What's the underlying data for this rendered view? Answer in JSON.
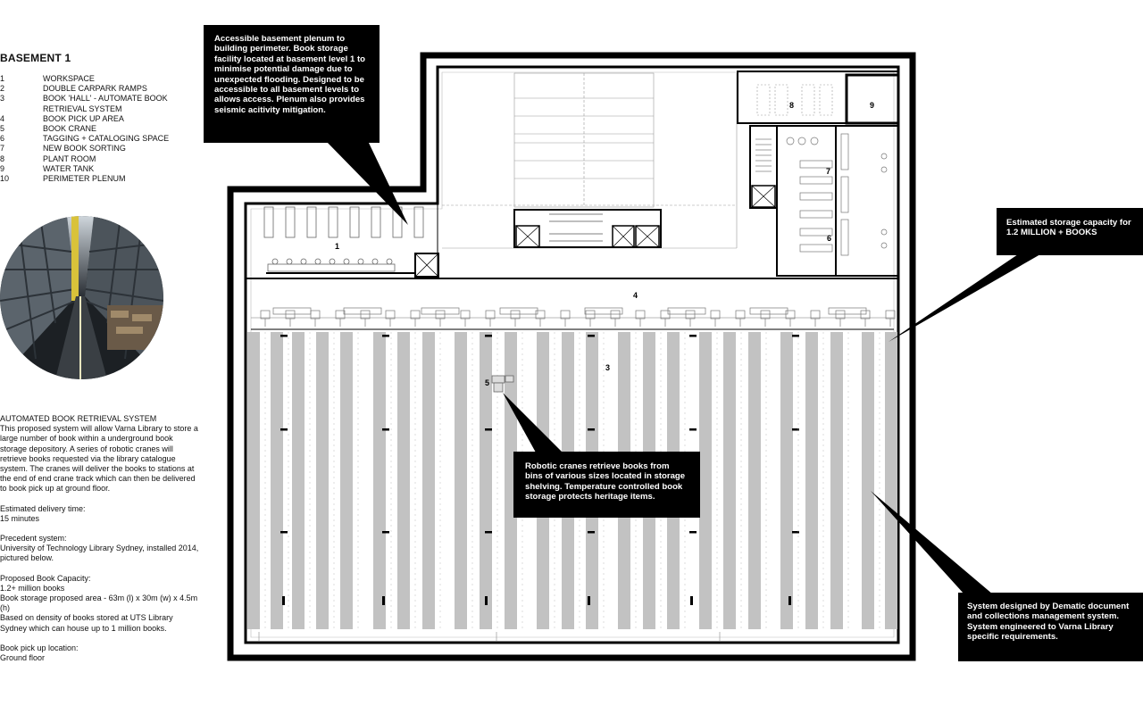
{
  "title": "BASEMENT 1",
  "legend": [
    {
      "num": "1",
      "label": "WORKSPACE"
    },
    {
      "num": "2",
      "label": "DOUBLE CARPARK RAMPS"
    },
    {
      "num": "3",
      "label": "BOOK 'HALL' - AUTOMATE BOOK RETRIEVAL SYSTEM"
    },
    {
      "num": "4",
      "label": "BOOK PICK UP AREA"
    },
    {
      "num": "5",
      "label": "BOOK CRANE"
    },
    {
      "num": "6",
      "label": "TAGGING + CATALOGING SPACE"
    },
    {
      "num": "7",
      "label": "NEW BOOK SORTING"
    },
    {
      "num": "8",
      "label": "PLANT ROOM"
    },
    {
      "num": "9",
      "label": "WATER TANK"
    },
    {
      "num": "10",
      "label": "PERIMETER PLENUM"
    }
  ],
  "description": {
    "heading": "AUTOMATED BOOK RETRIEVAL SYSTEM",
    "body": "This proposed system will allow Varna Library to store a large number of book within a underground book storage depository. A series of robotic cranes will retrieve books requested via the library catalogue system. The cranes will deliver the books to stations at the end of end crane track which can then be delivered to book pick up at ground floor.",
    "delivery_label": "Estimated delivery time:",
    "delivery_value": "15 minutes",
    "precedent_label": "Precedent system:",
    "precedent_value": "University of Technology Library Sydney, installed 2014, pictured below.",
    "capacity_label": "Proposed Book Capacity:",
    "capacity_value": "1.2+ million books",
    "area": "Book storage proposed area - 63m (l) x 30m (w) x 4.5m (h)",
    "density": "Based on density of books stored at UTS Library Sydney which can house up to 1 million books.",
    "pickup_label": "Book pick up location:",
    "pickup_value": "Ground floor"
  },
  "callouts": {
    "plenum": "Accessible basement plenum to building perimeter. Book storage facility located at basement level 1 to minimise potential damage due to unexpected flooding. Designed to be accessible to all basement levels to allows access. Plenum also provides seismic acitivity mitigation.",
    "capacity": "Estimated storage capacity for 1.2 MILLION + BOOKS",
    "cranes": "Robotic cranes retrieve books from bins of various sizes located in storage shelving. Temperature controlled book storage protects heritage items.",
    "dematic": "System designed by Dematic document and collections management system. System engineered to Varna Library specific requirements."
  },
  "plan_labels": {
    "workspace": "1",
    "hall": "3",
    "pickup": "4",
    "crane": "5",
    "tagging": "6",
    "sorting": "7",
    "plant": "8",
    "tank": "9"
  },
  "colors": {
    "shelf": "#c2c2c2",
    "wall": "#000000",
    "callout_bg": "#000000",
    "callout_text": "#ffffff",
    "thin_line": "#9a9a9a"
  }
}
